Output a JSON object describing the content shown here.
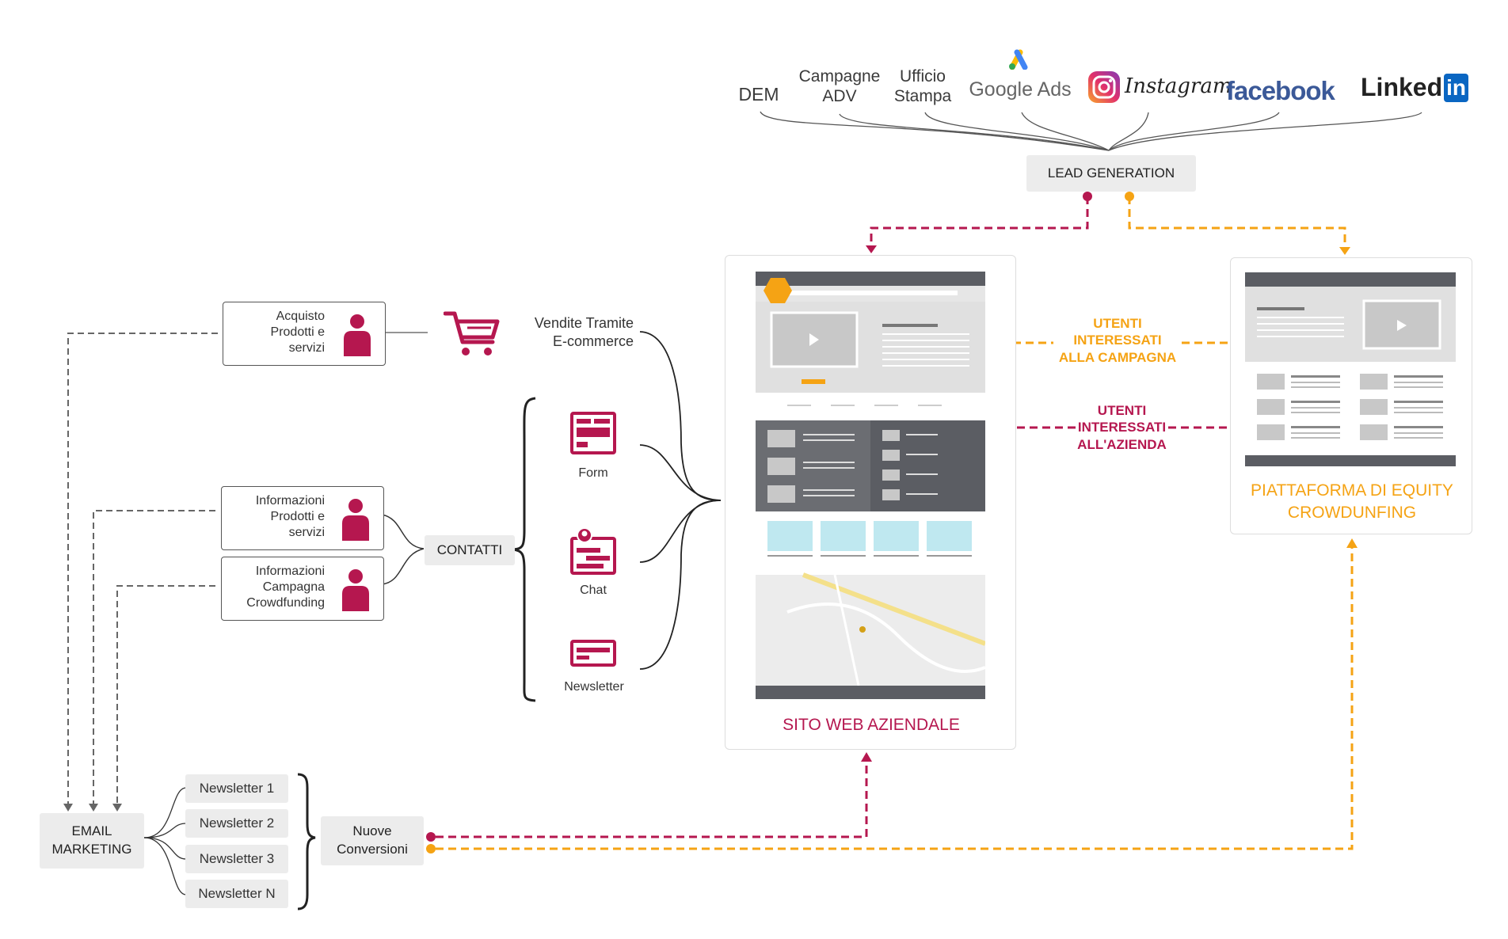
{
  "colors": {
    "magenta": "#b5174f",
    "orange": "#f5a314",
    "line": "#333333",
    "dash_gray": "#666666"
  },
  "sources": {
    "dem": "DEM",
    "campagne_adv": [
      "Campagne",
      "ADV"
    ],
    "ufficio_stampa": [
      "Ufficio",
      "Stampa"
    ],
    "google_ads": "Google Ads",
    "instagram": "Instagram",
    "facebook": "facebook",
    "linkedin": "Linked"
  },
  "lead_generation": "LEAD GENERATION",
  "left": {
    "acquisto": [
      "Acquisto",
      "Prodotti e",
      "servizi"
    ],
    "info_prodotti": [
      "Informazioni",
      "Prodotti e",
      "servizi"
    ],
    "info_campagna": [
      "Informazioni",
      "Campagna",
      "Crowdfunding"
    ],
    "contatti": "CONTATTI",
    "vendite": [
      "Vendite Tramite",
      "E-commerce"
    ],
    "form": "Form",
    "chat": "Chat",
    "newsletter": "Newsletter"
  },
  "sito": {
    "title": "SITO WEB AZIENDALE"
  },
  "piattaforma": {
    "title": [
      "PIATTAFORMA DI EQUITY",
      "CROWDUNFING"
    ]
  },
  "utenti_campagna": [
    "UTENTI",
    "INTERESSATI",
    "ALLA CAMPAGNA"
  ],
  "utenti_azienda": [
    "UTENTI",
    "INTERESSATI",
    "ALL'AZIENDA"
  ],
  "email_marketing": [
    "EMAIL",
    "MARKETING"
  ],
  "newsletters": [
    "Newsletter 1",
    "Newsletter 2",
    "Newsletter 3",
    "Newsletter N"
  ],
  "nuove_conversioni": [
    "Nuove",
    "Conversioni"
  ]
}
